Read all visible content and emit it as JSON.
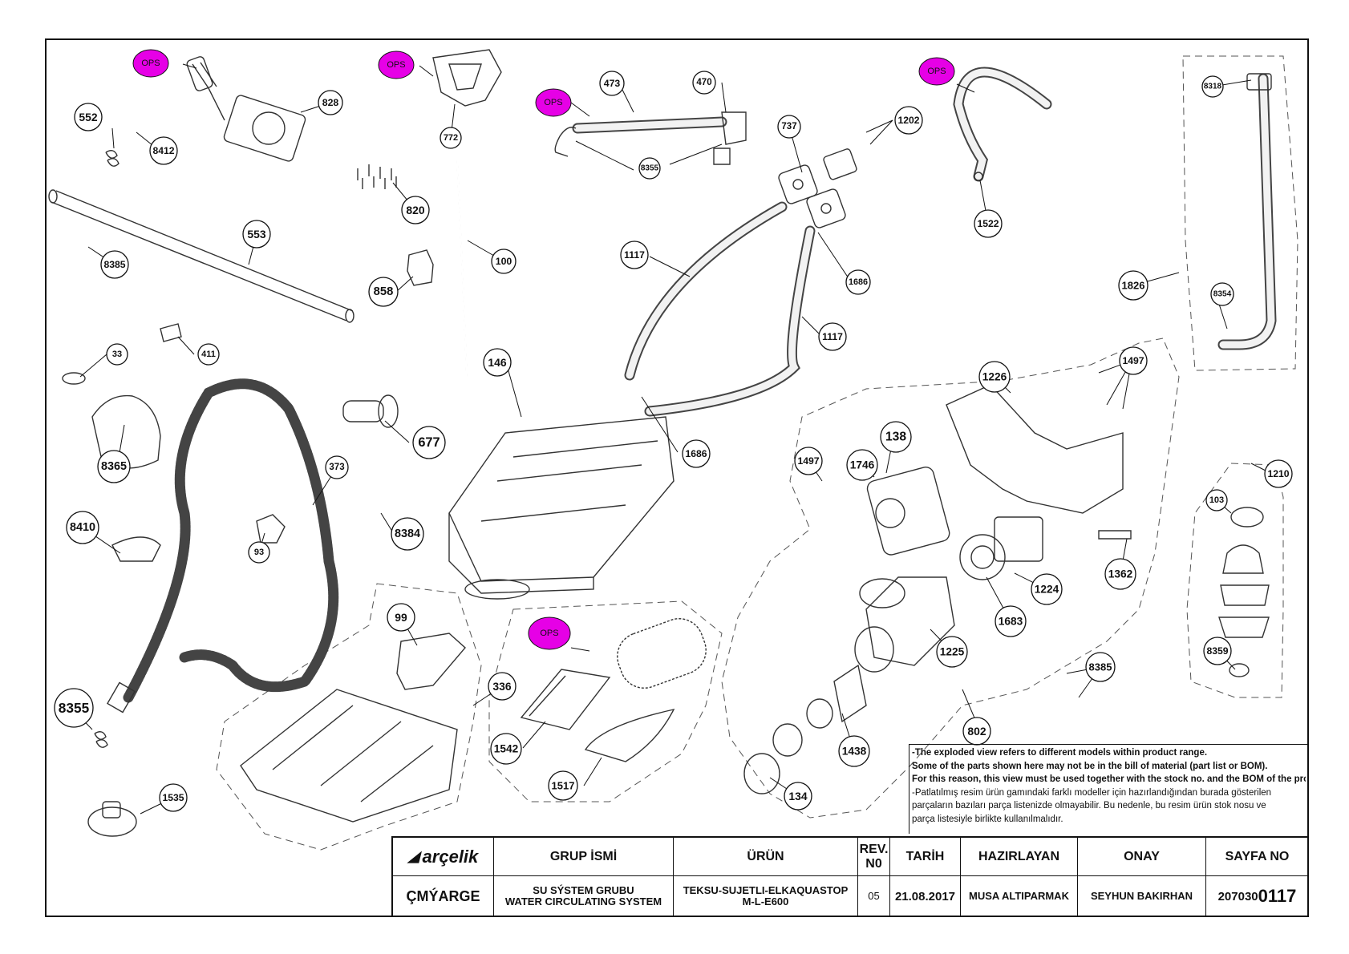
{
  "callouts": [
    {
      "id": "c552",
      "label": "552"
    },
    {
      "id": "c8412",
      "label": "8412"
    },
    {
      "id": "c828",
      "label": "828"
    },
    {
      "id": "c772",
      "label": "772"
    },
    {
      "id": "c820",
      "label": "820"
    },
    {
      "id": "c100",
      "label": "100"
    },
    {
      "id": "c858",
      "label": "858"
    },
    {
      "id": "c553",
      "label": "553"
    },
    {
      "id": "c8385a",
      "label": "8385"
    },
    {
      "id": "c473",
      "label": "473"
    },
    {
      "id": "c470",
      "label": "470"
    },
    {
      "id": "c8355a",
      "label": "8355"
    },
    {
      "id": "c737",
      "label": "737"
    },
    {
      "id": "c1202",
      "label": "1202"
    },
    {
      "id": "c1522",
      "label": "1522"
    },
    {
      "id": "c8318",
      "label": "8318"
    },
    {
      "id": "c1117a",
      "label": "1117"
    },
    {
      "id": "c1686a",
      "label": "1686"
    },
    {
      "id": "c1117b",
      "label": "1117"
    },
    {
      "id": "c1826",
      "label": "1826"
    },
    {
      "id": "c8354",
      "label": "8354"
    },
    {
      "id": "c411",
      "label": "411"
    },
    {
      "id": "c33",
      "label": "33"
    },
    {
      "id": "c146",
      "label": "146"
    },
    {
      "id": "c1226",
      "label": "1226"
    },
    {
      "id": "c1497a",
      "label": "1497"
    },
    {
      "id": "c8365",
      "label": "8365"
    },
    {
      "id": "c677",
      "label": "677"
    },
    {
      "id": "c373",
      "label": "373"
    },
    {
      "id": "c1686b",
      "label": "1686"
    },
    {
      "id": "c138",
      "label": "138"
    },
    {
      "id": "c1497b",
      "label": "1497"
    },
    {
      "id": "c1746",
      "label": "1746"
    },
    {
      "id": "c1210",
      "label": "1210"
    },
    {
      "id": "c103",
      "label": "103"
    },
    {
      "id": "c8410",
      "label": "8410"
    },
    {
      "id": "c93",
      "label": "93"
    },
    {
      "id": "c8384",
      "label": "8384"
    },
    {
      "id": "c1362",
      "label": "1362"
    },
    {
      "id": "c1224",
      "label": "1224"
    },
    {
      "id": "c99",
      "label": "99"
    },
    {
      "id": "c1683",
      "label": "1683"
    },
    {
      "id": "c1225",
      "label": "1225"
    },
    {
      "id": "c8359",
      "label": "8359"
    },
    {
      "id": "c8385b",
      "label": "8385"
    },
    {
      "id": "c336",
      "label": "336"
    },
    {
      "id": "c8355b",
      "label": "8355"
    },
    {
      "id": "c802",
      "label": "802"
    },
    {
      "id": "c1542",
      "label": "1542"
    },
    {
      "id": "c1438",
      "label": "1438"
    },
    {
      "id": "c1517",
      "label": "1517"
    },
    {
      "id": "c1535",
      "label": "1535"
    },
    {
      "id": "c134",
      "label": "134"
    }
  ],
  "ops_label": "OPS",
  "notes": {
    "line1": "-The exploded view refers to different models within product range.",
    "line2": "Some of the parts shown here may not be in the bill of material (part list or BOM).",
    "line3": "For this reason, this view must be used together with the stock no. and the BOM of the product.",
    "line4": "-Patlatılmış resim ürün gamındaki farklı modeller için hazırlandığından burada gösterilen",
    "line5": "parçaların bazıları parça listenizde olmayabilir. Bu nedenle, bu resim ürün stok nosu ve",
    "line6": "parça listesiyle birlikte kullanılmalıdır."
  },
  "titleblock": {
    "logo": "arçelik",
    "grup_header": "GRUP İSMİ",
    "urun_header": "ÜRÜN",
    "rev_header": "REV. N0",
    "tarih_header": "TARİH",
    "hazirlayan_header": "HAZIRLAYAN",
    "onay_header": "ONAY",
    "sayfa_header": "SAYFA NO",
    "company": "ÇMÝARGE",
    "group_tr": "SU SÝSTEM GRUBU",
    "group_en": "WATER CIRCULATING SYSTEM",
    "product_line1": "TEKSU-SUJETLI-ELKAQUASTOP",
    "product_line2": "M-L-E600",
    "rev": "05",
    "date": "21.08.2017",
    "prepared_by": "MUSA ALTIPARMAK",
    "approved_by": "SEYHUN BAKIRHAN",
    "page_prefix": "207030",
    "page_suffix": "0117"
  }
}
